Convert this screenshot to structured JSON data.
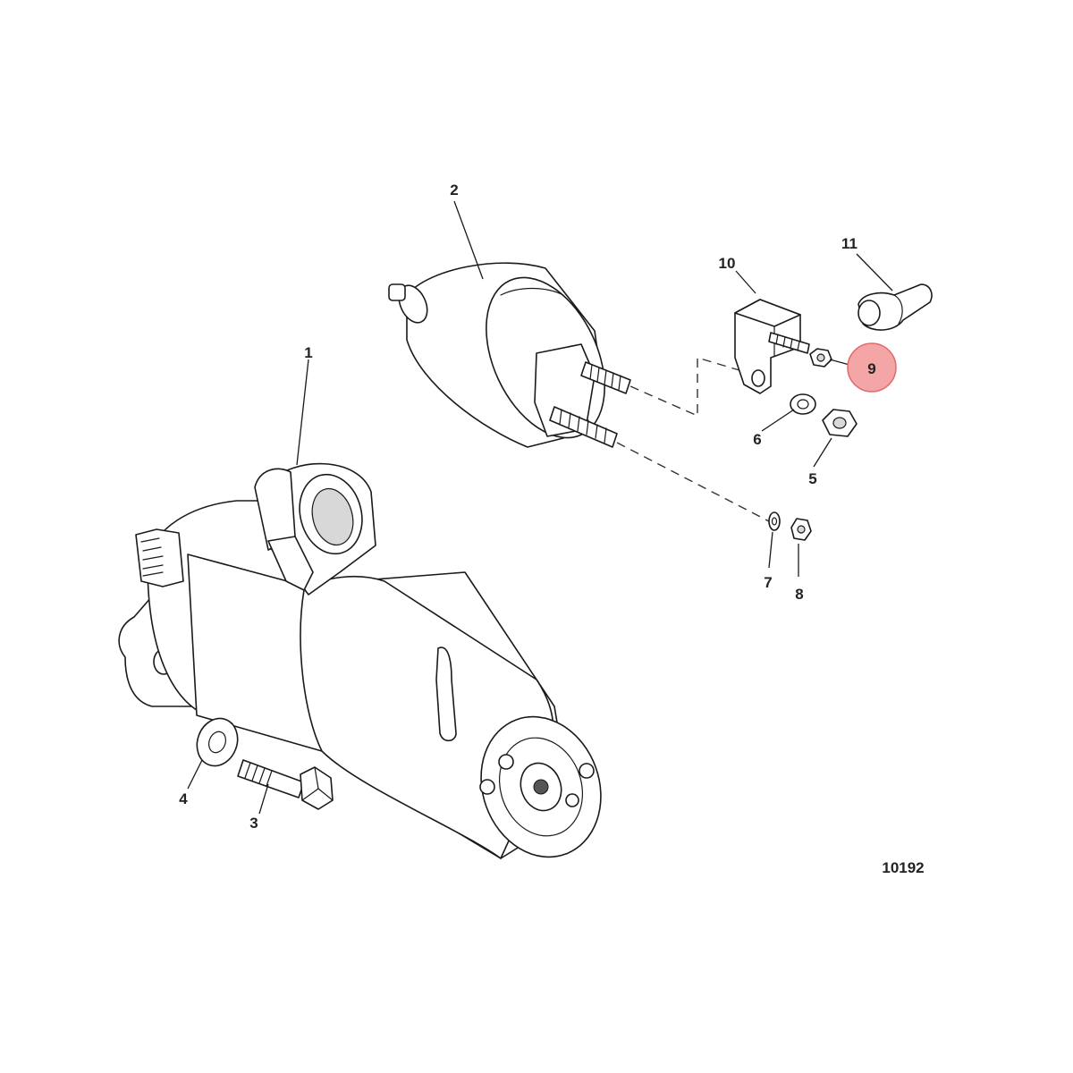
{
  "figure_number": "10192",
  "highlight_color": "#f4a6a6",
  "highlight_stroke": "#e06b6b",
  "callouts": {
    "c1": "1",
    "c2": "2",
    "c3": "3",
    "c4": "4",
    "c5": "5",
    "c6": "6",
    "c7": "7",
    "c8": "8",
    "c9": "9",
    "c10": "10",
    "c11": "11"
  },
  "highlighted_callout": "9"
}
